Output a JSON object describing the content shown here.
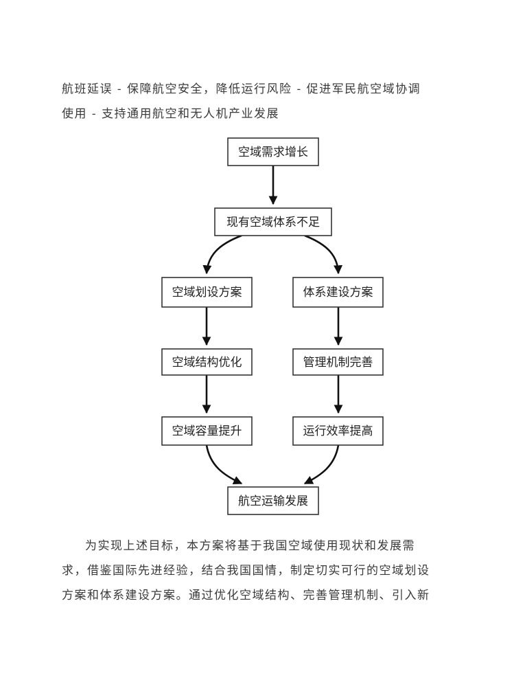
{
  "intro": {
    "lines": [
      "航班延误 - 保障航空安全，降低运行风险 - 促进军民航空域协调",
      "使用 - 支持通用航空和无人机产业发展"
    ]
  },
  "flowchart": {
    "nodes": {
      "n1": "空域需求增长",
      "n2": "现有空域体系不足",
      "n3": "空域划设方案",
      "n4": "体系建设方案",
      "n5": "空域结构优化",
      "n6": "管理机制完善",
      "n7": "空域容量提升",
      "n8": "运行效率提高",
      "n9": "航空运输发展"
    }
  },
  "closing": {
    "lines": [
      "为实现上述目标，本方案将基于我国空域使用现状和发展需",
      "求，借鉴国际先进经验，结合我国国情，制定切实可行的空域划设",
      "方案和体系建设方案。通过优化空域结构、完善管理机制、引入新"
    ]
  }
}
